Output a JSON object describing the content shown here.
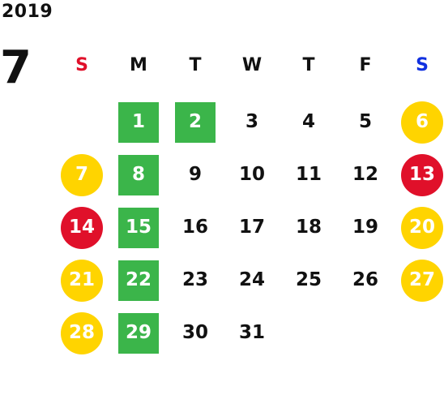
{
  "calendar": {
    "year": "2019",
    "month": "7",
    "weekdays": [
      {
        "label": "S",
        "color": "#e0102a"
      },
      {
        "label": "M",
        "color": "#111111"
      },
      {
        "label": "T",
        "color": "#111111"
      },
      {
        "label": "W",
        "color": "#111111"
      },
      {
        "label": "T",
        "color": "#111111"
      },
      {
        "label": "F",
        "color": "#111111"
      },
      {
        "label": "S",
        "color": "#1030e0"
      }
    ],
    "weeks": [
      [
        null,
        {
          "day": "1",
          "style": "green"
        },
        {
          "day": "2",
          "style": "green"
        },
        {
          "day": "3",
          "style": "plain"
        },
        {
          "day": "4",
          "style": "plain"
        },
        {
          "day": "5",
          "style": "plain"
        },
        {
          "day": "6",
          "style": "yellow"
        }
      ],
      [
        {
          "day": "7",
          "style": "yellow"
        },
        {
          "day": "8",
          "style": "green"
        },
        {
          "day": "9",
          "style": "plain"
        },
        {
          "day": "10",
          "style": "plain"
        },
        {
          "day": "11",
          "style": "plain"
        },
        {
          "day": "12",
          "style": "plain"
        },
        {
          "day": "13",
          "style": "red"
        }
      ],
      [
        {
          "day": "14",
          "style": "red"
        },
        {
          "day": "15",
          "style": "green"
        },
        {
          "day": "16",
          "style": "plain"
        },
        {
          "day": "17",
          "style": "plain"
        },
        {
          "day": "18",
          "style": "plain"
        },
        {
          "day": "19",
          "style": "plain"
        },
        {
          "day": "20",
          "style": "yellow"
        }
      ],
      [
        {
          "day": "21",
          "style": "yellow"
        },
        {
          "day": "22",
          "style": "green"
        },
        {
          "day": "23",
          "style": "plain"
        },
        {
          "day": "24",
          "style": "plain"
        },
        {
          "day": "25",
          "style": "plain"
        },
        {
          "day": "26",
          "style": "plain"
        },
        {
          "day": "27",
          "style": "yellow"
        }
      ],
      [
        {
          "day": "28",
          "style": "yellow"
        },
        {
          "day": "29",
          "style": "green"
        },
        {
          "day": "30",
          "style": "plain"
        },
        {
          "day": "31",
          "style": "plain"
        },
        null,
        null,
        null
      ]
    ],
    "colors": {
      "green": "#3bb54a",
      "yellow": "#ffd400",
      "red": "#e0102a",
      "sunday": "#e0102a",
      "saturday": "#1030e0"
    }
  }
}
